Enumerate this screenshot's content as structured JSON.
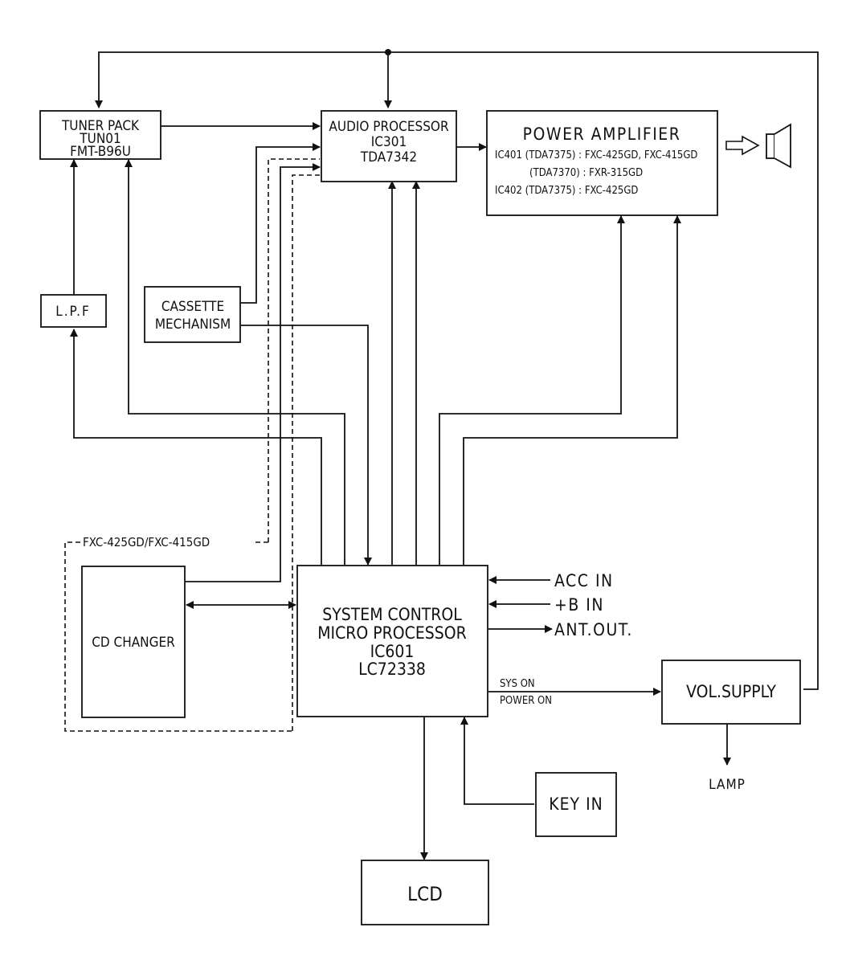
{
  "blocks": {
    "tuner": {
      "lines": [
        "TUNER PACK",
        "TUN01",
        "FMT-B96U"
      ]
    },
    "audio": {
      "lines": [
        "AUDIO PROCESSOR",
        "IC301",
        "TDA7342"
      ]
    },
    "power_amp": {
      "title": "POWER AMPLIFIER",
      "lines": [
        "IC401 (TDA7375) : FXC-425GD, FXC-415GD",
        "(TDA7370) : FXR-315GD",
        "IC402 (TDA7375) : FXC-425GD"
      ]
    },
    "lpf": {
      "label": "L.P.F"
    },
    "cassette": {
      "lines": [
        "CASSETTE",
        "MECHANISM"
      ]
    },
    "cd_changer": {
      "label": "CD CHANGER"
    },
    "option_group": {
      "label": "FXC-425GD/FXC-415GD"
    },
    "system_control": {
      "lines": [
        "SYSTEM CONTROL",
        "MICRO PROCESSOR",
        "IC601",
        "LC72338"
      ]
    },
    "vol_supply": {
      "label": "VOL.SUPPLY"
    },
    "key_in": {
      "label": "KEY IN"
    },
    "lcd": {
      "label": "LCD"
    }
  },
  "signals": {
    "acc_in": "ACC IN",
    "b_in": "+B IN",
    "ant_out": "ANT.OUT.",
    "sys_on": "SYS ON",
    "power_on": "POWER ON",
    "lamp": "LAMP"
  }
}
